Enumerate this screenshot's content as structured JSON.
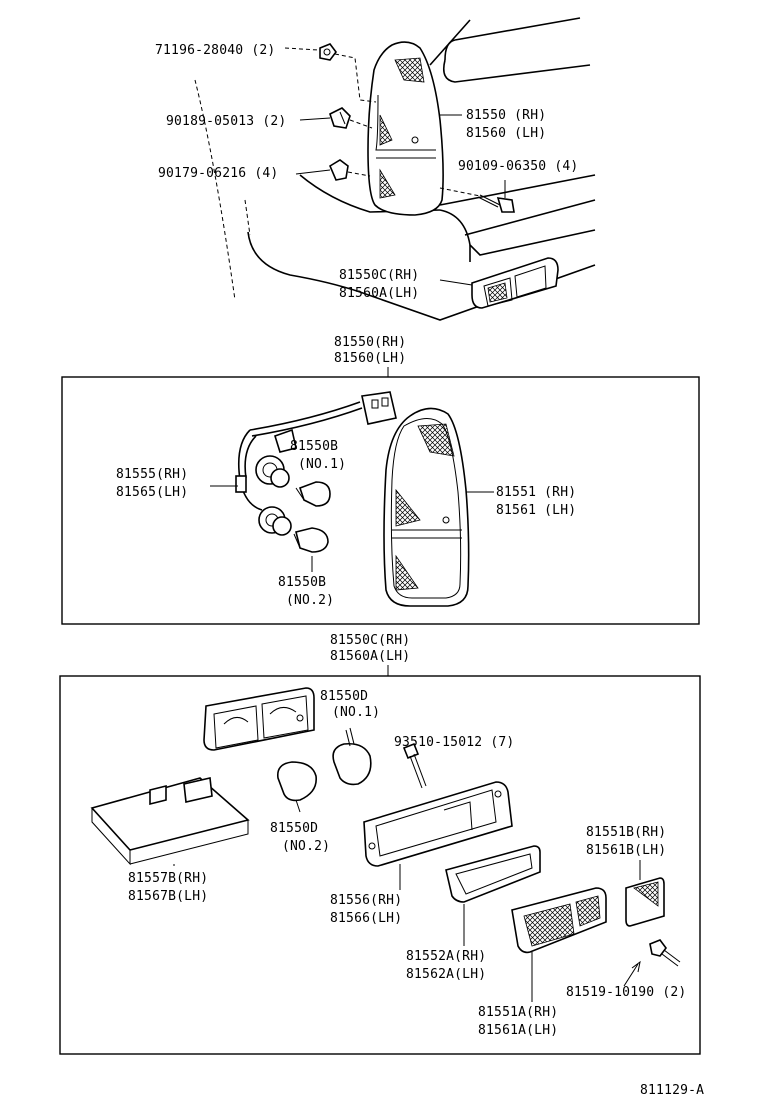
{
  "callouts": {
    "nut_71196": "71196-28040 (2)",
    "clip_90189": "90189-05013 (2)",
    "nut_90179": "90179-06216 (4)",
    "lamp_rh_top": "81550 (RH)",
    "lamp_lh_top": "81560 (LH)",
    "screw_90109": "90109-06350 (4)",
    "side_rh_top": "81550C(RH)",
    "side_lh_top": "81560A(LH)",
    "box1_rh": "81550(RH)",
    "box1_lh": "81560(LH)",
    "socket_rh": "81555(RH)",
    "socket_lh": "81565(LH)",
    "bulb1_part": "81550B",
    "bulb1_no": "(NO.1)",
    "bulb2_part": "81550B",
    "bulb2_no": "(NO.2)",
    "lens_rh": "81551 (RH)",
    "lens_lh": "81561 (LH)",
    "box2_rh": "81550C(RH)",
    "box2_lh": "81560A(LH)",
    "bulbd1_part": "81550D",
    "bulbd1_no": "(NO.1)",
    "screw_93510": "93510-15012 (7)",
    "bulbd2_part": "81550D",
    "bulbd2_no": "(NO.2)",
    "bracket_rh": "81557B(RH)",
    "bracket_lh": "81567B(LH)",
    "gasket_rh": "81556(RH)",
    "gasket_lh": "81566(LH)",
    "lensb_rh": "81551B(RH)",
    "lensb_lh": "81561B(LH)",
    "seal_rh": "81552A(RH)",
    "seal_lh": "81562A(LH)",
    "screw_81519": "81519-10190 (2)",
    "lensa_rh": "81551A(RH)",
    "lensa_lh": "81561A(LH)",
    "figure_number": "811129-A"
  }
}
